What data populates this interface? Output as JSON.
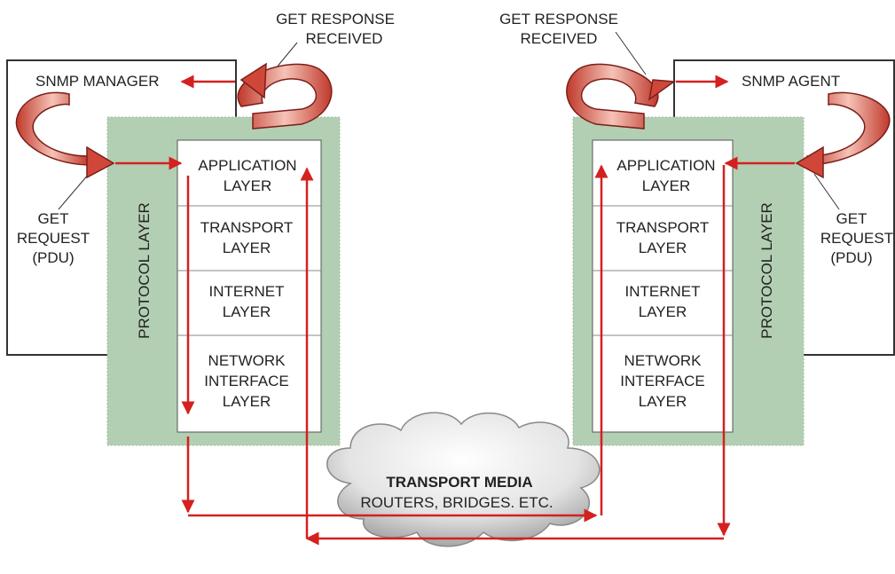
{
  "manager": {
    "title": "SNMP MANAGER",
    "protocol_label": "PROTOCOL LAYER",
    "get_response": [
      "GET RESPONSE",
      "RECEIVED"
    ],
    "get_request": [
      "GET",
      "REQUEST",
      "(PDU)"
    ]
  },
  "agent": {
    "title": "SNMP AGENT",
    "protocol_label": "PROTOCOL LAYER",
    "get_response": [
      "GET RESPONSE",
      "RECEIVED"
    ],
    "get_request": [
      "GET",
      "REQUEST",
      "(PDU)"
    ]
  },
  "layers": [
    {
      "line1": "APPLICATION",
      "line2": "LAYER"
    },
    {
      "line1": "TRANSPORT",
      "line2": "LAYER"
    },
    {
      "line1": "INTERNET",
      "line2": "LAYER"
    },
    {
      "line1": "NETWORK",
      "line2": "INTERFACE",
      "line3": "LAYER"
    }
  ],
  "cloud": {
    "title": "TRANSPORT MEDIA",
    "subtitle": "ROUTERS, BRIDGES. ETC."
  },
  "colors": {
    "arrow": "#d42020",
    "protocol_fill": "#b3cfb3",
    "outline": "#333333",
    "curl": "#e07060"
  }
}
